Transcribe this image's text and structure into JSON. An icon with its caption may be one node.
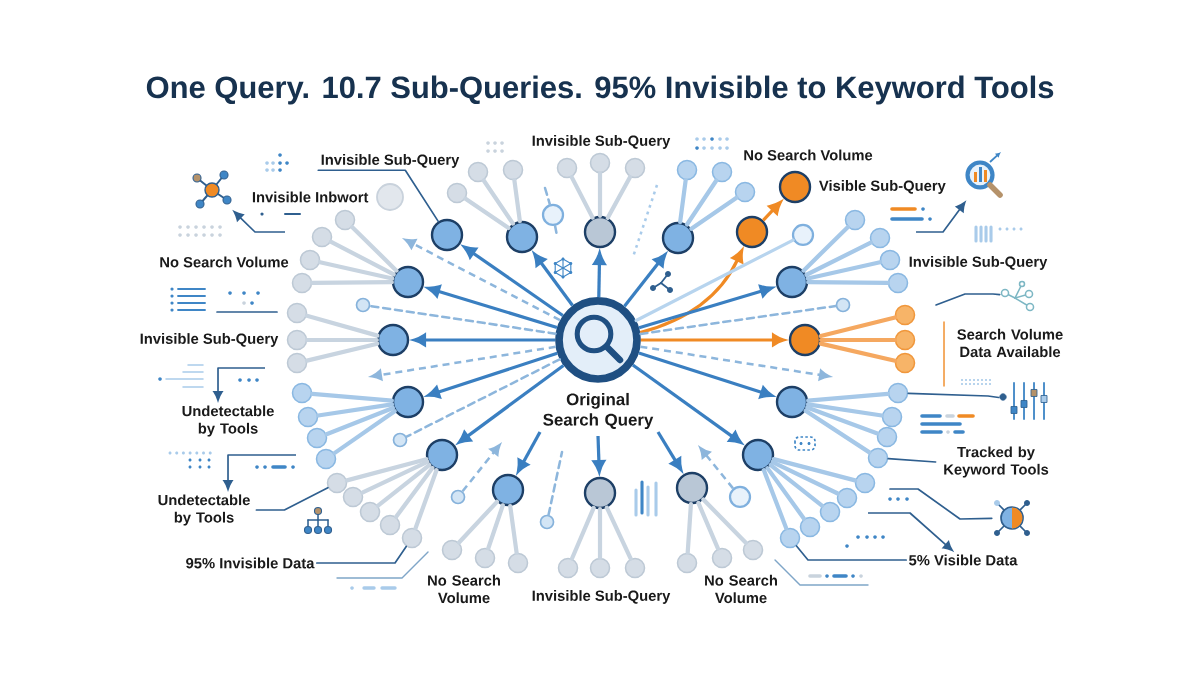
{
  "diagram": {
    "title": "One Query. 10.7 Sub-Queries. 95% Invisible to Keyword Tools",
    "nodes": [
      {
        "text": [
          "Original Search Query"
        ]
      },
      {
        "text": [],
        "shape": "circle"
      },
      {
        "text": [],
        "shape": "circle"
      },
      {
        "text": [],
        "shape": "circle"
      },
      {
        "text": [],
        "shape": "circle"
      },
      {
        "text": [],
        "shape": "circle"
      },
      {
        "text": [],
        "shape": "circle",
        "beside": [
          "Visible Sub-Query"
        ]
      },
      {
        "text": [],
        "shape": "circle"
      },
      {
        "text": [],
        "shape": "circle"
      },
      {
        "text": [],
        "shape": "circle"
      },
      {
        "text": [],
        "shape": "circle"
      },
      {
        "text": [],
        "shape": "circle"
      },
      {
        "text": [],
        "shape": "circle"
      },
      {
        "text": [],
        "shape": "circle"
      },
      {
        "text": [],
        "shape": "circle"
      },
      {
        "text": [],
        "shape": "circle"
      },
      {
        "text": [],
        "shape": "circle"
      },
      {
        "text": [],
        "shape": "circle"
      },
      {
        "text": [],
        "shape": "circle"
      },
      {
        "text": [],
        "shape": "circle"
      },
      {
        "text": [],
        "shape": "circle"
      },
      {
        "text": [],
        "shape": "circle"
      },
      {
        "text": [],
        "shape": "circle"
      },
      {
        "text": [],
        "shape": "circle"
      },
      {
        "text": [],
        "shape": "circle"
      },
      {
        "text": [],
        "shape": "circle"
      },
      {
        "text": [],
        "shape": "circle"
      },
      {
        "text": [],
        "shape": "circle"
      },
      {
        "text": [],
        "shape": "circle"
      },
      {
        "text": [],
        "shape": "circle"
      },
      {
        "text": [],
        "shape": "circle"
      },
      {
        "text": [],
        "shape": "circle"
      },
      {
        "text": [],
        "shape": "circle"
      },
      {
        "text": [],
        "shape": "circle"
      },
      {
        "text": [],
        "shape": "circle"
      },
      {
        "text": [],
        "shape": "circle"
      },
      {
        "text": [],
        "shape": "circle"
      },
      {
        "text": [],
        "shape": "circle"
      },
      {
        "text": [],
        "shape": "circle"
      },
      {
        "text": [],
        "shape": "circle"
      },
      {
        "text": [],
        "shape": "circle"
      },
      {
        "text": [],
        "shape": "circle"
      },
      {
        "text": [],
        "shape": "circle"
      },
      {
        "text": [],
        "shape": "circle"
      },
      {
        "text": [],
        "shape": "circle"
      },
      {
        "text": [],
        "shape": "circle"
      },
      {
        "text": [],
        "shape": "circle"
      },
      {
        "text": [],
        "shape": "circle"
      },
      {
        "text": [],
        "shape": "circle"
      },
      {
        "text": [],
        "shape": "circle"
      },
      {
        "text": [],
        "shape": "circle"
      },
      {
        "text": [],
        "shape": "circle"
      },
      {
        "text": [],
        "shape": "circle"
      },
      {
        "text": [],
        "shape": "circle"
      },
      {
        "text": [],
        "shape": "circle"
      },
      {
        "text": [],
        "shape": "circle"
      },
      {
        "text": [],
        "shape": "circle"
      },
      {
        "text": [],
        "shape": "circle"
      },
      {
        "text": [],
        "shape": "circle"
      },
      {
        "text": [],
        "shape": "circle"
      },
      {
        "text": [],
        "shape": "circle"
      },
      {
        "text": [],
        "shape": "circle"
      },
      {
        "text": [],
        "shape": "circle"
      },
      {
        "text": [],
        "shape": "circle"
      },
      {
        "text": [],
        "shape": "circle"
      },
      {
        "text": [],
        "shape": "circle"
      },
      {
        "text": [],
        "shape": "circle"
      },
      {
        "text": [],
        "shape": "circle"
      },
      {
        "text": [],
        "shape": "circle"
      },
      {
        "text": [],
        "shape": "circle"
      },
      {
        "text": [],
        "shape": "circle"
      },
      {
        "text": [],
        "shape": "circle"
      },
      {
        "text": [],
        "shape": "circle"
      },
      {
        "text": [],
        "shape": "circle"
      },
      {
        "text": [],
        "shape": "circle"
      },
      {
        "text": [],
        "shape": "circle",
        "beside": [
          "Invisible Inbwort"
        ]
      },
      {
        "text": [
          "Invisible Sub-Query"
        ]
      },
      {
        "text": [
          "Undetectable by Tools"
        ]
      },
      {
        "text": [
          "Tracked by Keyword Tools"
        ]
      },
      {
        "text": [
          "Undetectable by Tools"
        ]
      },
      {
        "text": [
          "95% Invisible Data"
        ]
      },
      {
        "text": [
          "5% Visible Data"
        ]
      },
      {
        "text": [],
        "shape": "picture"
      },
      {
        "text": [],
        "shape": "picture"
      },
      {
        "text": [],
        "shape": "picture"
      },
      {
        "text": [],
        "shape": "picture"
      },
      {
        "text": [],
        "shape": "picture"
      },
      {
        "text": [],
        "shape": "circle"
      }
    ],
    "edges": [
      {
        "from": 0,
        "to": 1,
        "arrow": "to",
        "color": "#3a7fc1"
      },
      {
        "from": 0,
        "to": 2,
        "arrow": "to",
        "color": "#3a7fc1"
      },
      {
        "from": 0,
        "to": 3,
        "arrow": "to",
        "color": "#3a7fc1"
      },
      {
        "from": 0,
        "to": 4,
        "arrow": "to",
        "color": "#3a7fc1"
      },
      {
        "from": 0,
        "to": 5,
        "arrow": "to",
        "color": "#f08a24"
      },
      {
        "from": 5,
        "to": 6,
        "arrow": "to",
        "color": "#f08a24"
      },
      {
        "from": 0,
        "to": 7,
        "arrow": "to",
        "color": "#3a7fc1"
      },
      {
        "from": 0,
        "to": 8,
        "arrow": "to",
        "color": "#f08a24"
      },
      {
        "from": 0,
        "to": 9,
        "arrow": "to",
        "color": "#3a7fc1"
      },
      {
        "from": 0,
        "to": 10,
        "arrow": "to",
        "color": "#3a7fc1"
      },
      {
        "from": 0,
        "to": 11,
        "arrow": "to",
        "color": "#3a7fc1"
      },
      {
        "from": 0,
        "to": 12,
        "arrow": "to",
        "color": "#3a7fc1"
      },
      {
        "from": 0,
        "to": 13,
        "arrow": "to",
        "color": "#3a7fc1"
      },
      {
        "from": 0,
        "to": 14,
        "arrow": "to",
        "color": "#3a7fc1"
      },
      {
        "from": 0,
        "to": 15,
        "arrow": "to",
        "color": "#3a7fc1"
      },
      {
        "from": 0,
        "to": 16,
        "arrow": "to",
        "color": "#3a7fc1"
      },
      {
        "from": 0,
        "to": 17,
        "arrow": "to",
        "color": "#3a7fc1"
      },
      {
        "from": 2,
        "to": 18,
        "arrow": "none"
      },
      {
        "from": 2,
        "to": 19,
        "arrow": "none"
      },
      {
        "from": 2,
        "to": 20,
        "arrow": "none"
      },
      {
        "from": 3,
        "to": 21,
        "arrow": "none"
      },
      {
        "from": 3,
        "to": 22,
        "arrow": "none"
      },
      {
        "from": 3,
        "to": 23,
        "arrow": "none"
      },
      {
        "from": 4,
        "to": 24,
        "arrow": "none",
        "color": "#a6c8e8"
      },
      {
        "from": 4,
        "to": 25,
        "arrow": "none",
        "color": "#a6c8e8"
      },
      {
        "from": 4,
        "to": 26,
        "arrow": "none",
        "color": "#a6c8e8"
      },
      {
        "from": 7,
        "to": 27,
        "arrow": "none",
        "color": "#a6c8e8"
      },
      {
        "from": 7,
        "to": 28,
        "arrow": "none",
        "color": "#a6c8e8"
      },
      {
        "from": 7,
        "to": 29,
        "arrow": "none",
        "color": "#a6c8e8"
      },
      {
        "from": 7,
        "to": 30,
        "arrow": "none",
        "color": "#a6c8e8"
      },
      {
        "from": 8,
        "to": 31,
        "arrow": "none",
        "color": "#f5a860"
      },
      {
        "from": 8,
        "to": 32,
        "arrow": "none",
        "color": "#f5a860"
      },
      {
        "from": 8,
        "to": 33,
        "arrow": "none",
        "color": "#f5a860"
      },
      {
        "from": 9,
        "to": 34,
        "arrow": "none",
        "color": "#a6c8e8"
      },
      {
        "from": 9,
        "to": 35,
        "arrow": "none",
        "color": "#a6c8e8"
      },
      {
        "from": 9,
        "to": 36,
        "arrow": "none",
        "color": "#a6c8e8"
      },
      {
        "from": 9,
        "to": 37,
        "arrow": "none",
        "color": "#a6c8e8"
      },
      {
        "from": 10,
        "to": 38,
        "arrow": "none",
        "color": "#a6c8e8"
      },
      {
        "from": 10,
        "to": 39,
        "arrow": "none",
        "color": "#a6c8e8"
      },
      {
        "from": 10,
        "to": 40,
        "arrow": "none",
        "color": "#a6c8e8"
      },
      {
        "from": 10,
        "to": 41,
        "arrow": "none",
        "color": "#a6c8e8"
      },
      {
        "from": 10,
        "to": 42,
        "arrow": "none",
        "color": "#a6c8e8"
      },
      {
        "from": 11,
        "to": 43,
        "arrow": "none"
      },
      {
        "from": 11,
        "to": 44,
        "arrow": "none"
      },
      {
        "from": 11,
        "to": 45,
        "arrow": "none"
      },
      {
        "from": 12,
        "to": 46,
        "arrow": "none"
      },
      {
        "from": 12,
        "to": 47,
        "arrow": "none"
      },
      {
        "from": 12,
        "to": 48,
        "arrow": "none"
      },
      {
        "from": 13,
        "to": 49,
        "arrow": "none"
      },
      {
        "from": 13,
        "to": 50,
        "arrow": "none"
      },
      {
        "from": 13,
        "to": 51,
        "arrow": "none"
      },
      {
        "from": 14,
        "to": 52,
        "arrow": "none"
      },
      {
        "from": 14,
        "to": 53,
        "arrow": "none"
      },
      {
        "from": 14,
        "to": 54,
        "arrow": "none"
      },
      {
        "from": 14,
        "to": 55,
        "arrow": "none"
      },
      {
        "from": 14,
        "to": 56,
        "arrow": "none"
      },
      {
        "from": 15,
        "to": 57,
        "arrow": "none",
        "color": "#a6c8e8"
      },
      {
        "from": 15,
        "to": 58,
        "arrow": "none",
        "color": "#a6c8e8"
      },
      {
        "from": 15,
        "to": 59,
        "arrow": "none",
        "color": "#a6c8e8"
      },
      {
        "from": 15,
        "to": 60,
        "arrow": "none",
        "color": "#a6c8e8"
      },
      {
        "from": 16,
        "to": 61,
        "arrow": "none"
      },
      {
        "from": 16,
        "to": 62,
        "arrow": "none"
      },
      {
        "from": 16,
        "to": 63,
        "arrow": "none"
      },
      {
        "from": 17,
        "to": 64,
        "arrow": "none"
      },
      {
        "from": 17,
        "to": 65,
        "arrow": "none"
      },
      {
        "from": 17,
        "to": 66,
        "arrow": "none"
      },
      {
        "from": 17,
        "to": 67,
        "arrow": "none"
      },
      {
        "from": 0,
        "to": 68,
        "arrow": "none",
        "color": "#b7d4ee"
      },
      {
        "from": 0,
        "to": 69,
        "arrow": "none",
        "style": "dashed",
        "color": "#8db6dc"
      },
      {
        "from": 0,
        "to": null,
        "arrow": "to",
        "style": "dashed",
        "color": "#8db6dc"
      },
      {
        "from": 70,
        "to": null,
        "arrow": "to",
        "style": "dashed",
        "color": "#8db6dc"
      },
      {
        "from": 71,
        "to": null,
        "arrow": "none",
        "style": "dashed",
        "color": "#8db6dc"
      },
      {
        "from": 72,
        "to": null,
        "arrow": "to",
        "style": "dashed",
        "color": "#8db6dc"
      },
      {
        "from": 0,
        "to": 73,
        "arrow": "none",
        "style": "dashed",
        "color": "#8db6dc"
      },
      {
        "from": 0,
        "to": null,
        "arrow": "to",
        "style": "dashed",
        "color": "#8db6dc"
      },
      {
        "from": 0,
        "to": 74,
        "arrow": "none",
        "style": "dashed",
        "color": "#8db6dc"
      },
      {
        "from": 0,
        "to": null,
        "arrow": "to",
        "style": "dashed",
        "color": "#8db6dc"
      },
      {
        "from": 76,
        "to": 1,
        "arrow": "none",
        "color": "#2f5f8f"
      },
      {
        "from": 78,
        "to": 37,
        "arrow": "none",
        "color": "#2f5f8f"
      },
      {
        "from": 79,
        "to": 56,
        "arrow": "none",
        "color": "#2f5f8f"
      },
      {
        "from": 80,
        "to": 52,
        "arrow": "none",
        "color": "#2f5f8f"
      },
      {
        "from": 81,
        "to": 42,
        "arrow": "none",
        "color": "#2f5f8f"
      },
      {
        "from": null,
        "to": 82,
        "arrow": "to",
        "color": "#2f5f8f"
      },
      {
        "from": null,
        "to": 83,
        "arrow": "to",
        "color": "#2f5f8f"
      },
      {
        "from": null,
        "to": 84,
        "arrow": "none",
        "color": "#2f5f8f"
      },
      {
        "from": 34,
        "to": 85,
        "arrow": "none",
        "color": "#2f5f8f"
      },
      {
        "from": null,
        "to": 86,
        "arrow": "none",
        "color": "#2f5f8f"
      },
      {
        "from": null,
        "to": 77,
        "arrow": "to",
        "color": "#2f5f8f"
      },
      {
        "from": null,
        "to": 79,
        "arrow": "to",
        "color": "#2f5f8f"
      },
      {
        "from": null,
        "to": 81,
        "arrow": "to",
        "color": "#2f5f8f"
      },
      {
        "from": null,
        "to": 87,
        "arrow": "none",
        "style": "dashed",
        "color": "#8db6dc"
      },
      {
        "from": 87,
        "to": null,
        "arrow": "none",
        "style": "dashed",
        "color": "#8db6dc"
      }
    ],
    "labels": [
      "Invisible Sub-Query",
      "No Search Volume",
      "No Search Volume",
      "Invisible Sub-Query",
      "Invisible Sub-Query",
      "Search Volume Data Available",
      "No Search Volume",
      "Invisible Sub-Query",
      "No Search Volume"
    ]
  }
}
